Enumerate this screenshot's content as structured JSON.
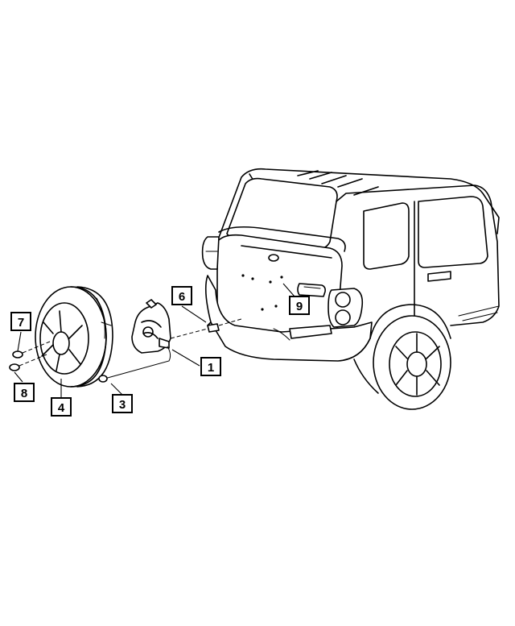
{
  "callouts": [
    {
      "id": "1",
      "label": "1"
    },
    {
      "id": "3",
      "label": "3"
    },
    {
      "id": "4",
      "label": "4"
    },
    {
      "id": "6",
      "label": "6"
    },
    {
      "id": "7",
      "label": "7"
    },
    {
      "id": "8",
      "label": "8"
    },
    {
      "id": "9",
      "label": "9"
    }
  ]
}
